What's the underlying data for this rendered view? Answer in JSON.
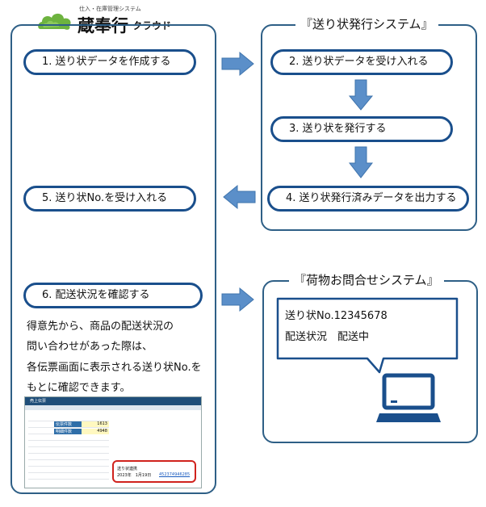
{
  "logo": {
    "subtitle": "仕入・在庫管理システム",
    "name": "蔵奉行",
    "suffix": "クラウド"
  },
  "left_steps": [
    "1. 送り状データを作成する",
    "5. 送り状No.を受け入れる",
    "6. 配送状況を確認する"
  ],
  "system_panel": {
    "title": "『送り状発行システム』",
    "steps": [
      "2. 送り状データを受け入れる",
      "3. 送り状を発行する",
      "4. 送り状発行済みデータを出力する"
    ]
  },
  "inquiry_panel": {
    "title": "『荷物お問合せシステム』",
    "bubble_line1": "送り状No.12345678",
    "bubble_line2": "配送状況　配送中"
  },
  "description_lines": [
    "得意先から、商品の配送状況の",
    "問い合わせがあった際は、",
    "各伝票画面に表示される送り状No.を",
    "もとに確認できます。"
  ],
  "screenshot": {
    "header": "売上伝票",
    "rows": [
      {
        "label": "伝票件数",
        "value": "1613"
      },
      {
        "label": "明細件数",
        "value": "4948"
      }
    ],
    "tracking_label": "送り状連携",
    "tracking_date": "2023年　1月19日",
    "tracking_number": "452374946285"
  },
  "colors": {
    "panel_border": "#2e5f86",
    "step_border": "#1a4f8c",
    "arrow": "#5b8fc9",
    "logo_green": "#6db33f"
  }
}
